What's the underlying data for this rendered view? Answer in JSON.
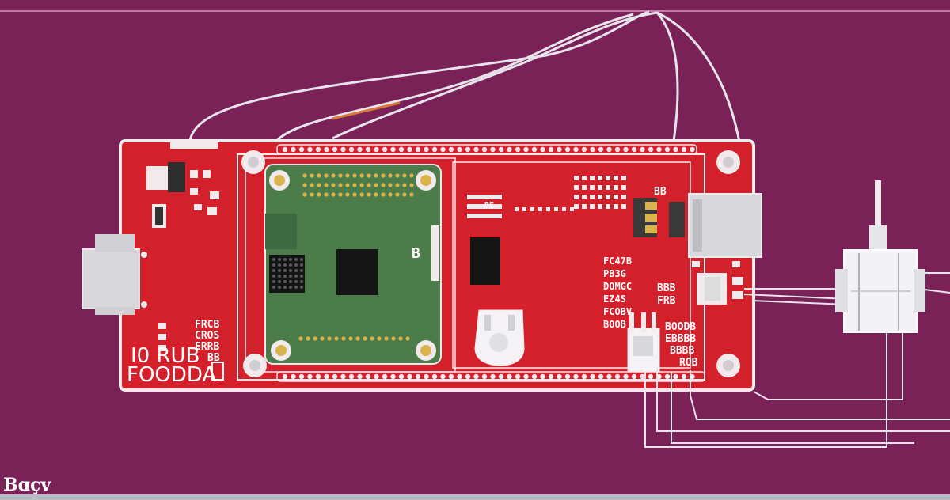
{
  "colors": {
    "background": "#7a2258",
    "pcb_red": "#d4202a",
    "pcb_edge": "#f1e9ec",
    "module_green": "#4b7c4a",
    "chip_black": "#151515",
    "wire": "#e8e4ec",
    "connector_gray": "#d8d8dc",
    "gold": "#d9b44a"
  },
  "silkscreen": {
    "left_lines": [
      "I0 RUB",
      "FOODDA"
    ],
    "left_block": [
      "FRCB",
      "CROS",
      "ERRB",
      "BB"
    ],
    "right_block_a": [
      "FC47B",
      "PB3G",
      "DOMGC",
      "EZ4S",
      "FCOBV",
      "BOOB"
    ],
    "right_block_b": [
      "BOODB",
      "EBBBB",
      "BBBB",
      "ROB"
    ],
    "mid_right": [
      "BBB",
      "FRB"
    ],
    "top_right": "BB",
    "module_mark": "B",
    "right_small": "BE"
  },
  "corner_mark": "Bɑçv",
  "icons": {
    "usb_left": "usb-connector-icon",
    "usb_right": "usb-connector-icon",
    "main_chip": "chip-icon",
    "module": "compute-module-icon",
    "motor": "motor-icon"
  }
}
